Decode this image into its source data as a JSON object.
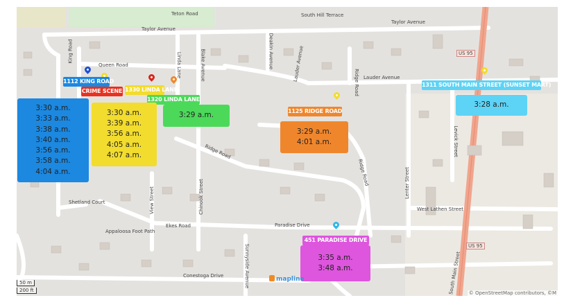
{
  "streets": [
    "Taylor Avenue",
    "Taylor Avenue",
    "Queen Road",
    "King Road",
    "Linda Lane",
    "Blake Avenue",
    "Deakin Avenue",
    "Lauder Avenue",
    "Lauder Avenue",
    "Ridge Road",
    "Ridge Road",
    "Ridge Road",
    "Paradise Drive",
    "Ekes Road",
    "Appaloosa Foot Path",
    "Conestoga Drive",
    "Shetland Court",
    "View Street",
    "Chinook Street",
    "Lenter Street",
    "Levick Street",
    "West Lathen Street",
    "Sunnyside Avenue",
    "South Main Street",
    "Teton Road",
    "South Hill Terrace"
  ],
  "locations": [
    {
      "label": "1112 KING ROAD",
      "color": "#1c88e0",
      "times": [
        "3:30 a.m.",
        "3:33 a.m.",
        "3:38 a.m.",
        "3:40 a.m.",
        "3:56 a.m.",
        "3:58 a.m.",
        "4:04 a.m."
      ]
    },
    {
      "label": "CRIME SCENE",
      "color": "#e8311f",
      "times": []
    },
    {
      "label": "1330 LINDA LANE",
      "color": "#f2dc2e",
      "times": [
        "3:30 a.m.",
        "3:39 a.m.",
        "3:56 a.m.",
        "4:05 a.m.",
        "4:07 a.m."
      ]
    },
    {
      "label": "1320 LINDA LANE",
      "color": "#4cd95a",
      "times": [
        "3:29 a.m."
      ]
    },
    {
      "label": "1125 RIDGE ROAD",
      "color": "#f0862c",
      "times": [
        "3:29 a.m.",
        "4:01 a.m."
      ]
    },
    {
      "label": "1311 SOUTH MAIN STREET (SUNSET MART)",
      "color": "#5dd3f5",
      "times": [
        "3:28 a.m."
      ]
    },
    {
      "label": "451 PARADISE DRIVE",
      "color": "#de55de",
      "times": [
        "3:35 a.m.",
        "3:48 a.m."
      ]
    }
  ],
  "highway_shield": [
    "US 95",
    "US 95"
  ],
  "scale": {
    "metric": "50 m",
    "imperial": "200 ft"
  },
  "logo": "mapline",
  "attribution": "© OpenStreetMap contributors, ©M"
}
